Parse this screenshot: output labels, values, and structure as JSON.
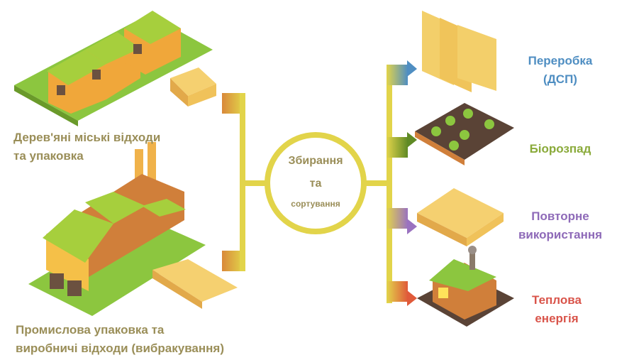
{
  "sources": [
    {
      "label_line1": "Дерев'яні міські відходи",
      "label_line2": "та упаковка"
    },
    {
      "label_line1": "Промислова упаковка та",
      "label_line2": "виробничі відходи (вибракування)"
    }
  ],
  "center": {
    "line1": "Збирання",
    "line2": "та",
    "line3": "сортування"
  },
  "outputs": [
    {
      "line1": "Переробка",
      "line2": "(ДСП)",
      "color": "#4f8ec2"
    },
    {
      "line1": "Біорозпад",
      "line2": "",
      "color": "#8aaa3a"
    },
    {
      "line1": "Повторне",
      "line2": "використання",
      "color": "#8e6ab8"
    },
    {
      "line1": "Теплова",
      "line2": "енергія",
      "color": "#d9544a"
    }
  ],
  "colors": {
    "connector": "#e2d44a",
    "text": "#9a8e58"
  }
}
